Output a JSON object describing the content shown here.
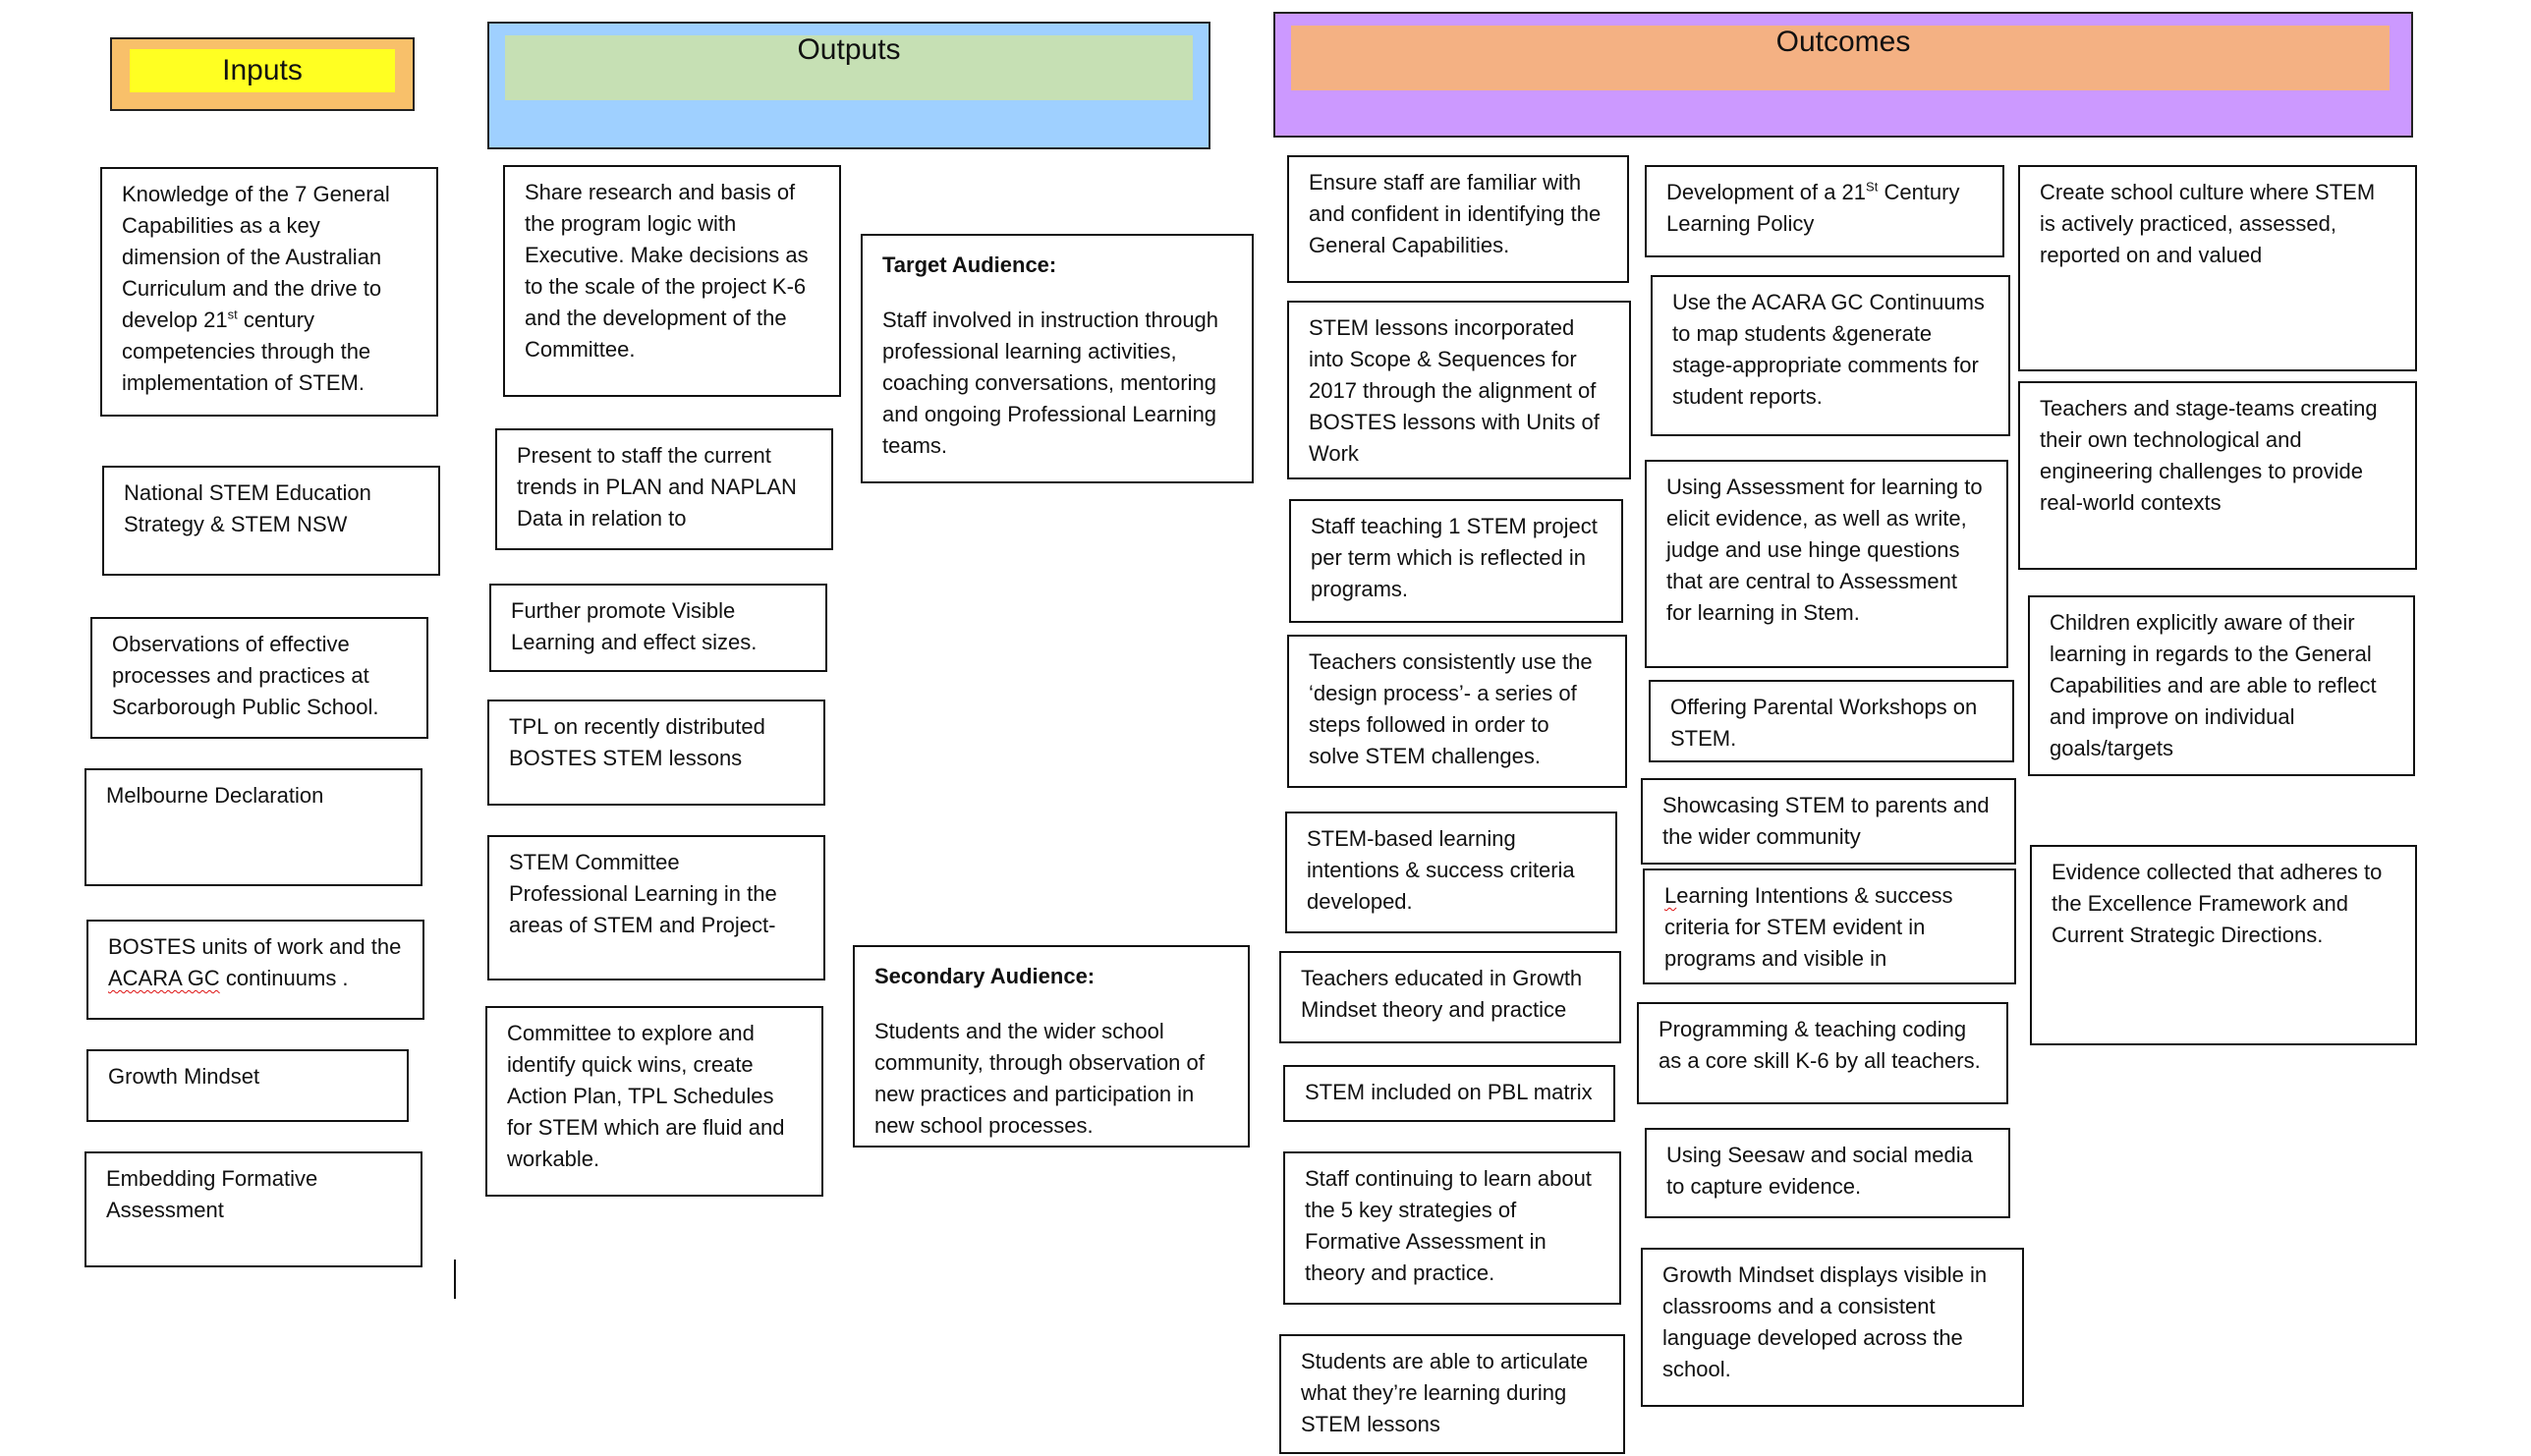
{
  "headers": {
    "inputs": "Inputs",
    "outputs": "Outputs",
    "outcomes": "Outcomes"
  },
  "colors": {
    "inputs_outer": "#f8c06a",
    "inputs_inner": "#ffff22",
    "outputs_outer": "#9fd0ff",
    "outputs_inner": "#c6e0b4",
    "outcomes_outer": "#cc99ff",
    "outcomes_inner": "#f4b183"
  },
  "inputs": [
    {
      "pre": "Knowledge of the 7 General Capabilities as a key dimension of the Australian Curriculum and the drive to develop 21",
      "sup": "st",
      "post": " century competencies through the implementation of STEM."
    },
    {
      "text": "National STEM Education Strategy & STEM NSW"
    },
    {
      "text": "Observations of effective processes and practices at Scarborough Public School."
    },
    {
      "text": "Melbourne Declaration"
    },
    {
      "pre": "BOSTES units of work and the ",
      "squig": "ACARA  GC",
      "post": " continuums ."
    },
    {
      "text": "Growth Mindset"
    },
    {
      "text": "Embedding Formative Assessment"
    }
  ],
  "outputs": [
    "Share research and basis of the program logic with Executive. Make decisions as to the scale of the project K-6 and the development of the Committee.",
    "Present to staff the current trends in PLAN and NAPLAN Data in relation to",
    "Further promote Visible Learning and effect sizes.",
    "TPL on recently distributed BOSTES STEM lessons",
    "STEM Committee Professional Learning in the areas of STEM and Project-",
    "Committee to explore and identify quick wins, create Action Plan, TPL Schedules for STEM which are fluid and workable."
  ],
  "audiences": [
    {
      "title": "Target Audience:",
      "body": "Staff involved in instruction through professional learning activities, coaching conversations, mentoring and ongoing Professional Learning teams."
    },
    {
      "title": "Secondary Audience:",
      "body": "Students and the wider school community, through observation of new practices and participation in new school processes."
    }
  ],
  "outcomes_col1": [
    "Ensure staff are familiar with and confident in identifying the General Capabilities.",
    "STEM lessons incorporated into Scope & Sequences for 2017 through the alignment of BOSTES lessons with Units of Work",
    "Staff teaching 1 STEM project per term which is reflected in programs.",
    "Teachers consistently use the ‘design process’- a series of steps followed in order to solve STEM challenges.",
    "STEM-based learning intentions & success criteria developed.",
    "Teachers educated in Growth Mindset theory and practice",
    "STEM included on PBL matrix",
    "Staff continuing to learn about the 5 key strategies of Formative Assessment in theory and practice.",
    "Students are able to articulate what they’re learning during STEM lessons"
  ],
  "outcomes_col2": [
    {
      "pre": "Development of a 21",
      "sup": "St",
      "post": " Century Learning Policy"
    },
    {
      "text": "Use the ACARA GC Continuums to map students &generate stage-appropriate comments for student reports."
    },
    {
      "text": "Using Assessment for learning to elicit evidence, as well as write, judge and use hinge questions that are central to Assessment for learning in Stem."
    },
    {
      "text": "Offering Parental Workshops on STEM."
    },
    {
      "text": "Showcasing STEM to parents and the wider community"
    },
    {
      "squig": "L",
      "post": "earning Intentions & success criteria for STEM evident in programs and visible in"
    },
    {
      "text": "Programming & teaching coding as a core skill K-6 by all teachers."
    },
    {
      "text": "Using Seesaw and social media to capture evidence."
    },
    {
      "text": "Growth Mindset displays visible in classrooms and a consistent language developed across the school."
    }
  ],
  "outcomes_col3": [
    "Create school culture where STEM is actively practiced, assessed, reported on and valued",
    "Teachers and stage-teams creating their own technological and engineering challenges to provide real-world contexts",
    "Children explicitly aware of their learning in regards to the General Capabilities and are able to reflect and improve on individual goals/targets",
    "Evidence collected that adheres to the Excellence Framework and Current Strategic Directions."
  ]
}
